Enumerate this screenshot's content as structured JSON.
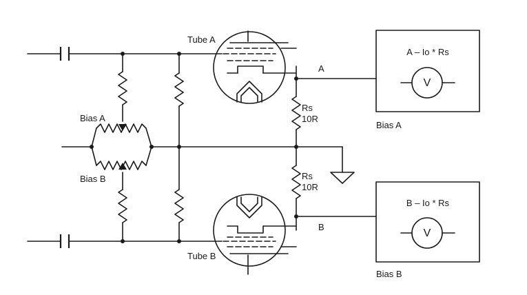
{
  "labels": {
    "tube_a": "Tube A",
    "tube_b": "Tube B",
    "bias_pot_a": "Bias A",
    "bias_pot_b": "Bias B",
    "node_a": "A",
    "node_b": "B",
    "rs_a_name": "Rs",
    "rs_a_value": "10R",
    "rs_b_name": "Rs",
    "rs_b_value": "10R",
    "meter_a_formula": "A – Io * Rs",
    "meter_b_formula": "B – Io * Rs",
    "meter_a_symbol": "V",
    "meter_b_symbol": "V",
    "meter_a_caption": "Bias A",
    "meter_b_caption": "Bias B"
  }
}
